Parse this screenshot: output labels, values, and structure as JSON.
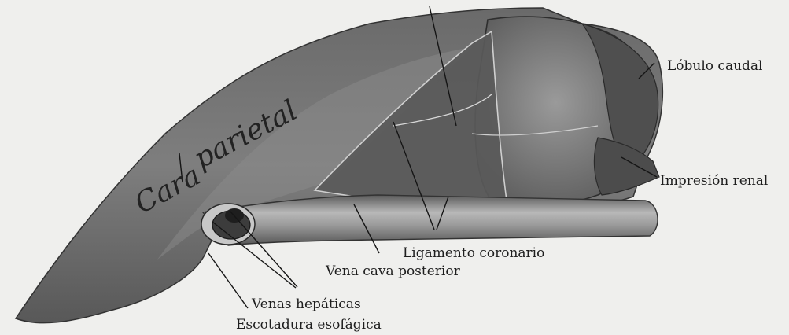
{
  "figure": {
    "labels": {
      "caudal_lobe": "Lóbulo caudal",
      "renal_impression": "Impresión renal",
      "coronary_ligament": "Ligamento coronario",
      "posterior_vena_cava": "Vena cava posterior",
      "hepatic_veins": "Venas hepáticas",
      "esophageal_notch": "Escotadura esofágica",
      "parietal_surface_word1": "Cara",
      "parietal_surface_word2": "parietal"
    }
  }
}
